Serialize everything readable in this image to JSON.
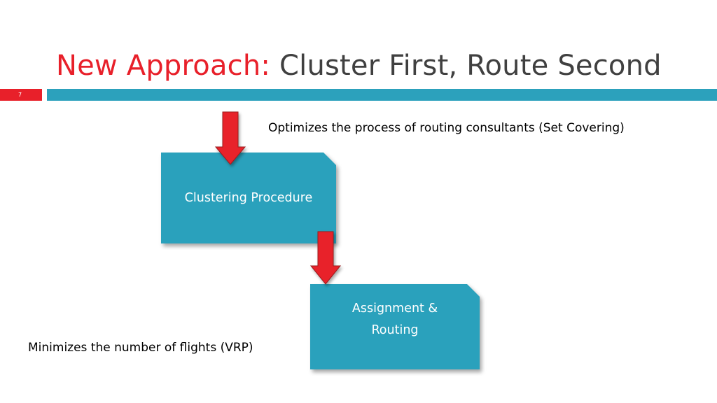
{
  "title": {
    "accent": "New Approach:",
    "main": "Cluster First, Route Second"
  },
  "slide_number": "7",
  "notes": {
    "top": "Optimizes the process of routing consultants (Set Covering)",
    "bottom": "Minimizes the number of flights (VRP)"
  },
  "boxes": {
    "clustering": "Clustering Procedure",
    "assignment": "Assignment & Routing"
  },
  "colors": {
    "accent": "#e8202a",
    "box_fill": "#2ca1bc",
    "arrow": "#e8202a"
  }
}
